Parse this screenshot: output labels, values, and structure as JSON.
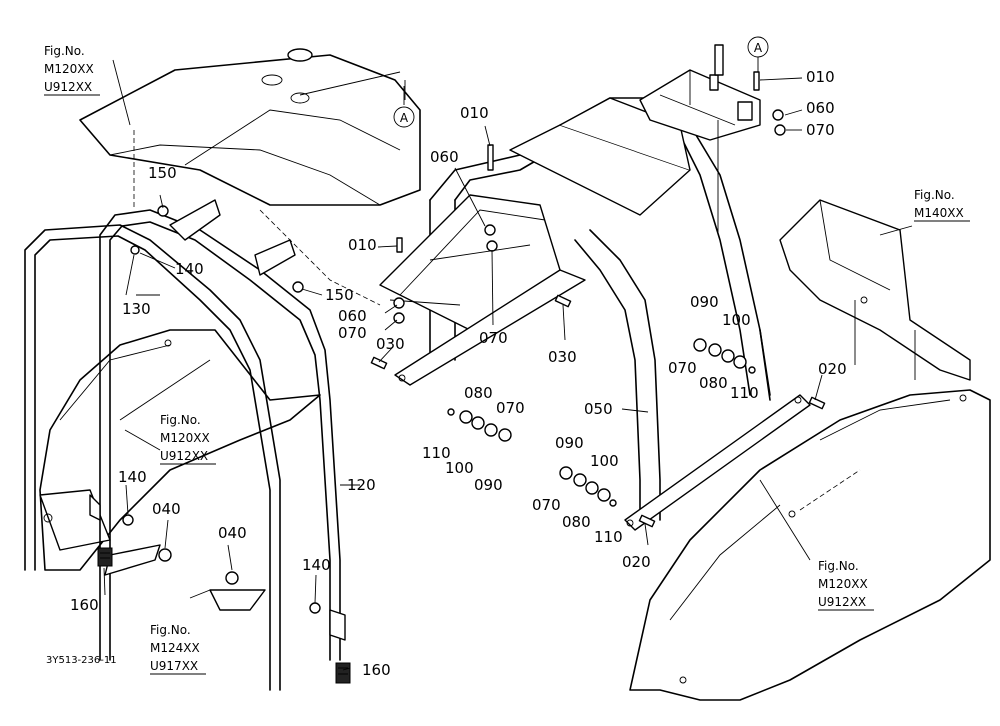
{
  "parts": {
    "p010": "010",
    "p020": "020",
    "p030": "030",
    "p040": "040",
    "p050": "050",
    "p060": "060",
    "p070": "070",
    "p080": "080",
    "p090": "090",
    "p100": "100",
    "p110": "110",
    "p120": "120",
    "p130": "130",
    "p140": "140",
    "p150": "150",
    "p160": "160"
  },
  "refs": {
    "fig_label": "Fig.No.",
    "m120": "M120XX",
    "u912": "U912XX",
    "m140": "M140XX",
    "m124": "M124XX",
    "u917": "U917XX",
    "marker_a": "A"
  },
  "drawing_code": "3Y513-236-11"
}
